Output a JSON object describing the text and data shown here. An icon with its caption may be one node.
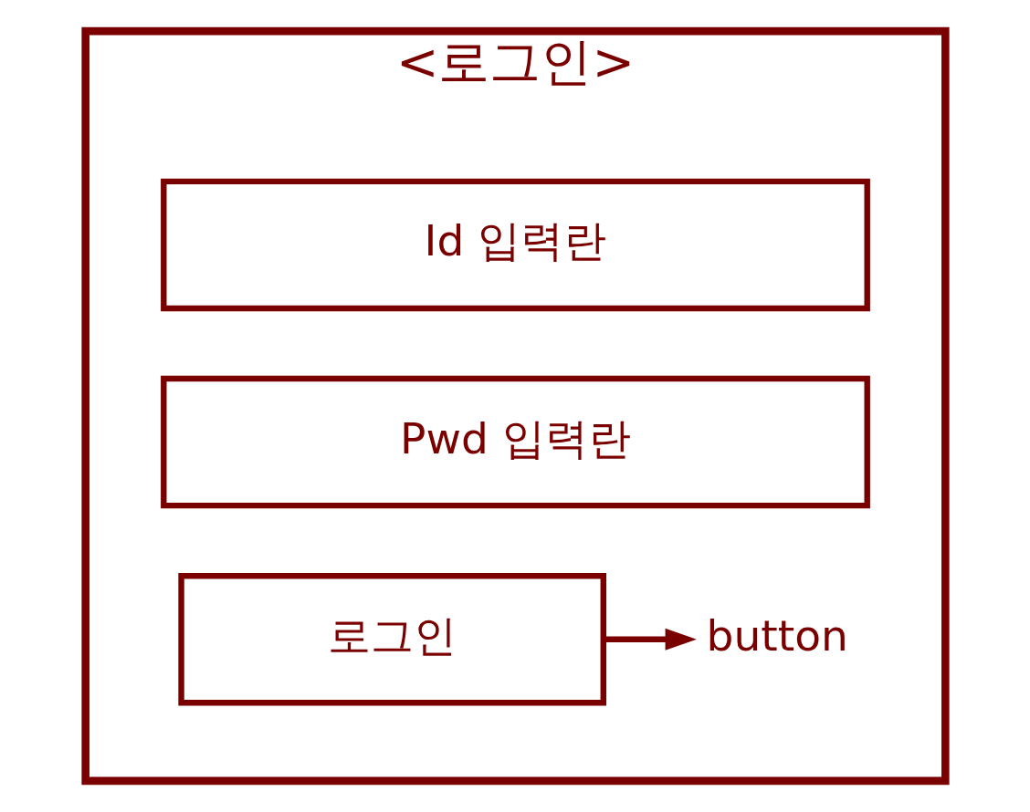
{
  "diagram": {
    "nodes": [
      {
        "text": [
          "<로그인>"
        ]
      },
      {
        "text": [
          "Id 입력란"
        ],
        "in": 0
      },
      {
        "text": [
          "Pwd 입력란"
        ],
        "in": 0
      },
      {
        "text": [
          "로그인"
        ],
        "in": 0
      },
      {
        "text": [
          "button"
        ],
        "in": 0
      }
    ],
    "edges": [
      {
        "from": 3,
        "to": 4,
        "arrow": "to"
      }
    ]
  }
}
